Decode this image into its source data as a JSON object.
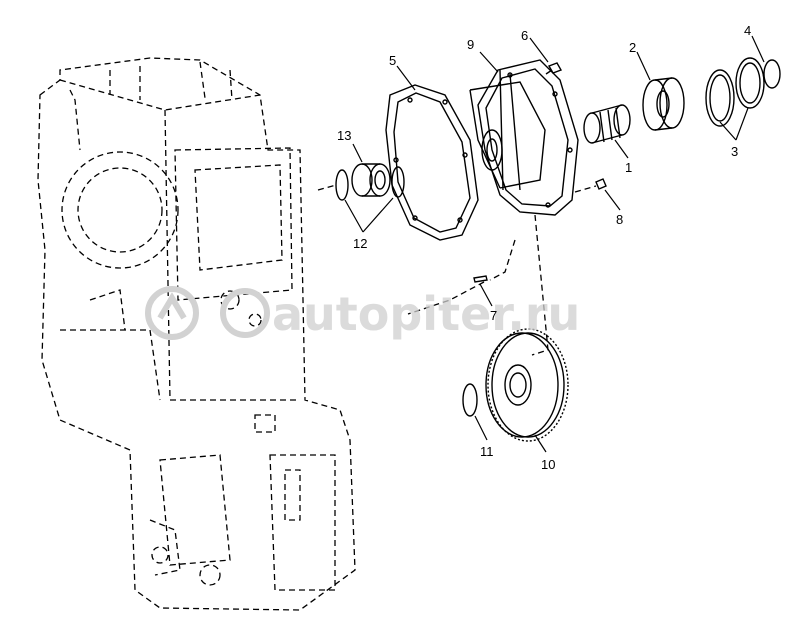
{
  "watermark": {
    "text": "autopiter.ru",
    "color": "#cfcfcf"
  },
  "callouts": {
    "c1": "1",
    "c2": "2",
    "c3": "3",
    "c4": "4",
    "c5": "5",
    "c6": "6",
    "c7": "7",
    "c8": "8",
    "c9": "9",
    "c10": "10",
    "c11": "11",
    "c12": "12",
    "c13": "13"
  },
  "colors": {
    "line": "#000000",
    "background": "#ffffff",
    "watermark": "#cfcfcf"
  }
}
